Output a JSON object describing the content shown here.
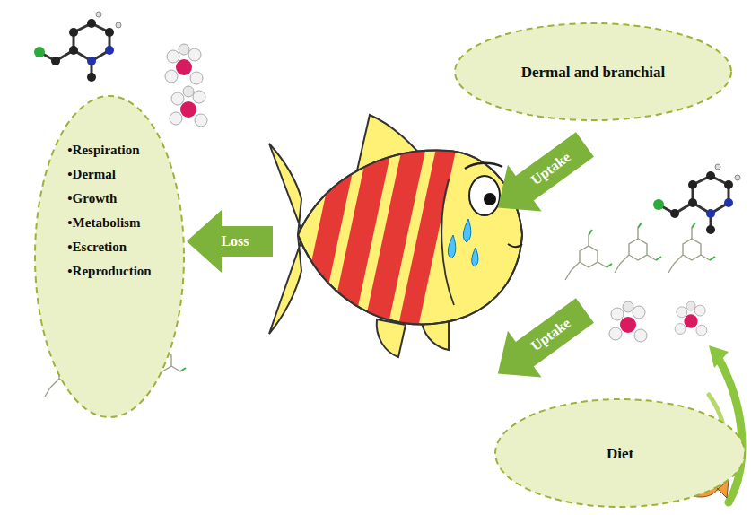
{
  "diagram": {
    "nodes": [
      {
        "text": [
          "•Respiration",
          "•Dermal",
          "•Growth",
          "•Metabolism",
          "•Escretion",
          "•Reproduction"
        ]
      },
      {
        "text": [
          "Dermal and branchial"
        ]
      },
      {
        "text": [
          "Diet"
        ]
      }
    ],
    "labels": [
      "Uptake",
      "Uptake",
      "Loss"
    ]
  }
}
